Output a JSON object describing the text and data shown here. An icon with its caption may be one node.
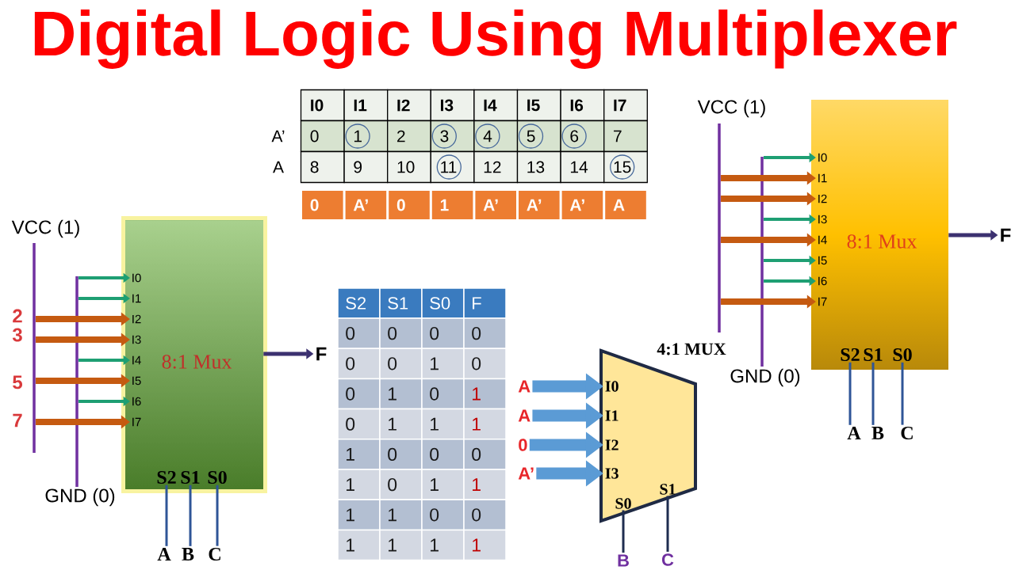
{
  "diagram": {
    "title": "Digital Logic Using Multiplexer",
    "nodes": [
      {
        "text": [],
        "shape": "bar",
        "beside": [
          "VCC (1)"
        ]
      },
      {
        "text": [],
        "shape": "bar",
        "beside": [
          "GND (0)"
        ]
      },
      {
        "text": [
          "8:1 Mux"
        ]
      },
      {
        "text": [
          "I0"
        ],
        "in": 2
      },
      {
        "text": [
          "I1"
        ],
        "in": 2
      },
      {
        "text": [
          "I2"
        ],
        "in": 2
      },
      {
        "text": [
          "I3"
        ],
        "in": 2
      },
      {
        "text": [
          "I4"
        ],
        "in": 2
      },
      {
        "text": [
          "I5"
        ],
        "in": 2
      },
      {
        "text": [
          "I6"
        ],
        "in": 2
      },
      {
        "text": [
          "I7"
        ],
        "in": 2
      },
      {
        "text": [
          "S2"
        ],
        "in": 2
      },
      {
        "text": [
          "S1"
        ],
        "in": 2
      },
      {
        "text": [
          "S0"
        ],
        "in": 2
      },
      {
        "text": [
          "F"
        ]
      },
      {
        "text": [
          "A"
        ]
      },
      {
        "text": [
          "B"
        ]
      },
      {
        "text": [
          "C"
        ]
      },
      {
        "text": [
          "A"
        ]
      },
      {
        "text": [
          "A"
        ]
      },
      {
        "text": [
          "0"
        ]
      },
      {
        "text": [
          "A’"
        ]
      },
      {
        "text": [
          "4:1 MUX"
        ]
      },
      {
        "text": [
          "I0"
        ],
        "in": 22
      },
      {
        "text": [
          "I1"
        ],
        "in": 22
      },
      {
        "text": [
          "I2"
        ],
        "in": 22
      },
      {
        "text": [
          "I3"
        ],
        "in": 22
      },
      {
        "text": [
          "S0"
        ],
        "in": 22
      },
      {
        "text": [
          "S1"
        ],
        "in": 22
      },
      {
        "text": [
          "B"
        ]
      },
      {
        "text": [
          "C"
        ]
      },
      {
        "text": [],
        "shape": "bar",
        "beside": [
          "VCC (1)"
        ]
      },
      {
        "text": [],
        "shape": "bar",
        "beside": [
          "GND (0)"
        ]
      },
      {
        "text": [
          "8:1 Mux"
        ]
      },
      {
        "text": [
          "I0"
        ],
        "in": 33
      },
      {
        "text": [
          "I1"
        ],
        "in": 33
      },
      {
        "text": [
          "I2"
        ],
        "in": 33
      },
      {
        "text": [
          "I3"
        ],
        "in": 33
      },
      {
        "text": [
          "I4"
        ],
        "in": 33
      },
      {
        "text": [
          "I5"
        ],
        "in": 33
      },
      {
        "text": [
          "I6"
        ],
        "in": 33
      },
      {
        "text": [
          "I7"
        ],
        "in": 33
      },
      {
        "text": [
          "S2"
        ],
        "in": 33
      },
      {
        "text": [
          "S1"
        ],
        "in": 33
      },
      {
        "text": [
          "S0"
        ],
        "in": 33
      },
      {
        "text": [
          "F"
        ]
      },
      {
        "text": [
          "A"
        ]
      },
      {
        "text": [
          "B"
        ]
      },
      {
        "text": [
          "C"
        ]
      }
    ],
    "edges": [
      {
        "from": 1,
        "to": 3,
        "arrow": "to",
        "color": "#1e9f73"
      },
      {
        "from": 1,
        "to": 4,
        "arrow": "to",
        "color": "#1e9f73"
      },
      {
        "from": 0,
        "to": 5,
        "arrow": "to",
        "style": "thick",
        "color": "#c55a11"
      },
      {
        "from": 0,
        "to": 6,
        "arrow": "to",
        "style": "thick",
        "color": "#c55a11"
      },
      {
        "from": 1,
        "to": 7,
        "arrow": "to",
        "color": "#1e9f73"
      },
      {
        "from": 0,
        "to": 8,
        "arrow": "to",
        "style": "thick",
        "color": "#c55a11"
      },
      {
        "from": 1,
        "to": 9,
        "arrow": "to",
        "color": "#1e9f73"
      },
      {
        "from": 0,
        "to": 10,
        "arrow": "to",
        "style": "thick",
        "color": "#c55a11"
      },
      {
        "from": 2,
        "to": 14,
        "arrow": "to",
        "color": "#3c3170"
      },
      {
        "from": 11,
        "to": 15,
        "arrow": "none",
        "color": "#2f5597"
      },
      {
        "from": 12,
        "to": 16,
        "arrow": "none",
        "color": "#2f5597"
      },
      {
        "from": 13,
        "to": 17,
        "arrow": "none",
        "color": "#2f5597"
      },
      {
        "from": 18,
        "to": 23,
        "arrow": "to",
        "style": "thick",
        "color": "#5b9bd5"
      },
      {
        "from": 19,
        "to": 24,
        "arrow": "to",
        "style": "thick",
        "color": "#5b9bd5"
      },
      {
        "from": 20,
        "to": 25,
        "arrow": "to",
        "style": "thick",
        "color": "#5b9bd5"
      },
      {
        "from": 21,
        "to": 26,
        "arrow": "to",
        "style": "thick",
        "color": "#5b9bd5"
      },
      {
        "from": 27,
        "to": 29,
        "arrow": "none",
        "color": "#1f2d50"
      },
      {
        "from": 28,
        "to": 30,
        "arrow": "none",
        "color": "#1f2d50"
      },
      {
        "from": 32,
        "to": 34,
        "arrow": "to",
        "color": "#1e9f73"
      },
      {
        "from": 31,
        "to": 35,
        "arrow": "to",
        "style": "thick",
        "color": "#c55a11"
      },
      {
        "from": 31,
        "to": 36,
        "arrow": "to",
        "style": "thick",
        "color": "#c55a11"
      },
      {
        "from": 32,
        "to": 37,
        "arrow": "to",
        "color": "#1e9f73"
      },
      {
        "from": 31,
        "to": 38,
        "arrow": "to",
        "style": "thick",
        "color": "#c55a11"
      },
      {
        "from": 32,
        "to": 39,
        "arrow": "to",
        "color": "#1e9f73"
      },
      {
        "from": 32,
        "to": 40,
        "arrow": "to",
        "color": "#1e9f73"
      },
      {
        "from": 31,
        "to": 41,
        "arrow": "to",
        "style": "thick",
        "color": "#c55a11"
      },
      {
        "from": 33,
        "to": 45,
        "arrow": "to",
        "color": "#3c3170"
      },
      {
        "from": 42,
        "to": 46,
        "arrow": "none",
        "color": "#2f5597"
      },
      {
        "from": 43,
        "to": 47,
        "arrow": "none",
        "color": "#2f5597"
      },
      {
        "from": 44,
        "to": 48,
        "arrow": "none",
        "color": "#2f5597"
      }
    ],
    "labels": [
      "I0",
      "I1",
      "I2",
      "I3",
      "I4",
      "I5",
      "I6",
      "I7",
      "A’",
      "0",
      "1",
      "2",
      "3",
      "4",
      "5",
      "6",
      "7",
      "A",
      "8",
      "9",
      "10",
      "11",
      "12",
      "13",
      "14",
      "15",
      "0",
      "A’",
      "0",
      "1",
      "A’",
      "A’",
      "A’",
      "A",
      "2",
      "3",
      "5",
      "7",
      "S2",
      "S1",
      "S0",
      "F",
      "0",
      "0",
      "0",
      "0",
      "0",
      "0",
      "1",
      "0",
      "0",
      "1",
      "0",
      "1",
      "0",
      "1",
      "1",
      "1",
      "1",
      "0",
      "0",
      "0",
      "1",
      "0",
      "1",
      "1",
      "1",
      "1",
      "0",
      "0",
      "1",
      "1",
      "1",
      "1"
    ]
  }
}
